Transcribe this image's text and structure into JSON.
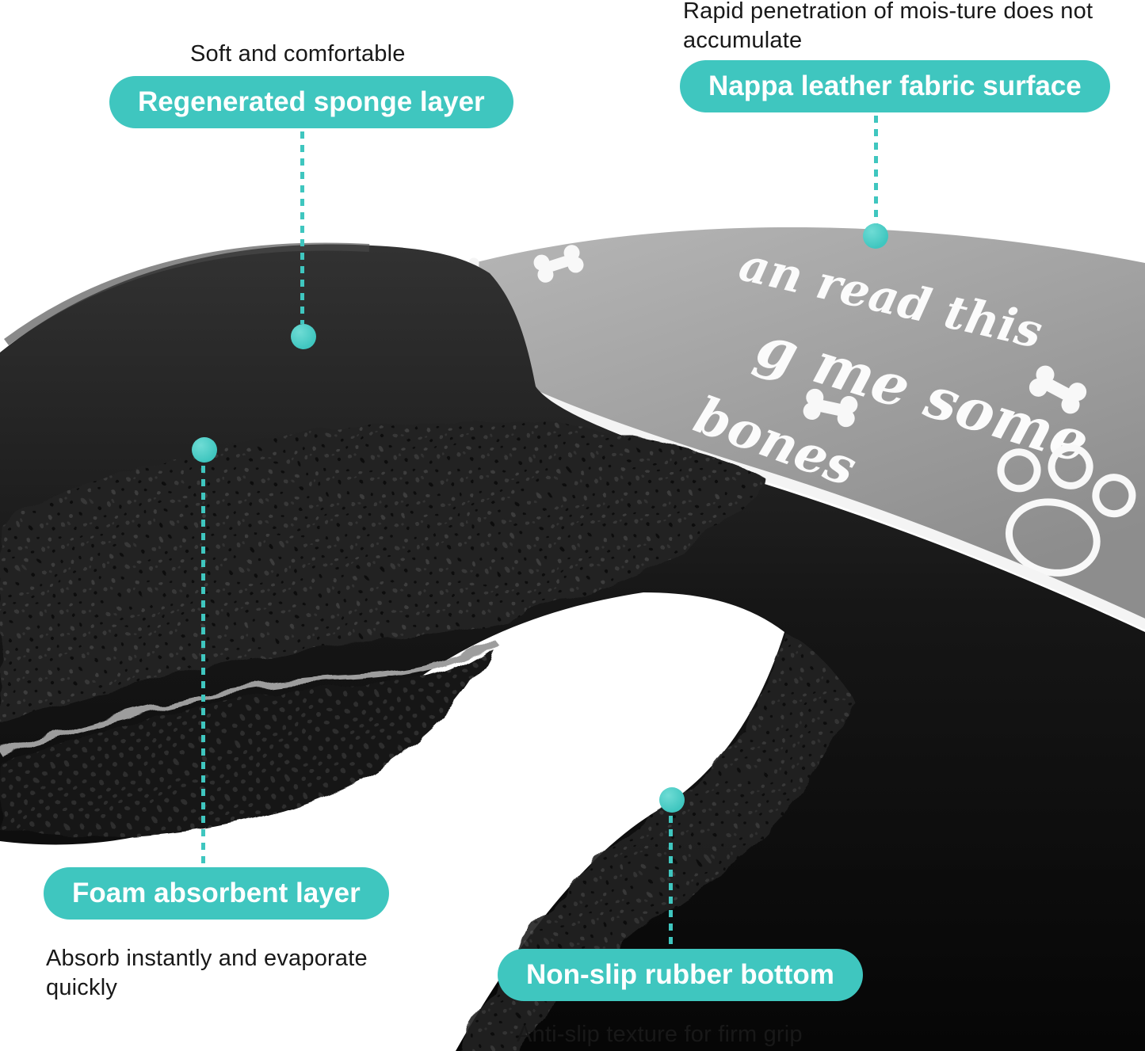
{
  "accent_color": "#3fc6bf",
  "callouts": {
    "sponge": {
      "note": "Soft and comfortable",
      "label": "Regenerated sponge layer"
    },
    "fabric": {
      "note": "Rapid penetration of mois-ture does not accumulate",
      "label": "Nappa leather fabric surface"
    },
    "foam": {
      "label": "Foam absorbent layer",
      "note": "Absorb instantly and evaporate quickly"
    },
    "rubber": {
      "label": "Non-slip rubber bottom",
      "note": "Anti-slip texture for firm grip"
    }
  },
  "mat_print": {
    "line1": "an read this",
    "line2": "g me some",
    "line3": "bones"
  }
}
